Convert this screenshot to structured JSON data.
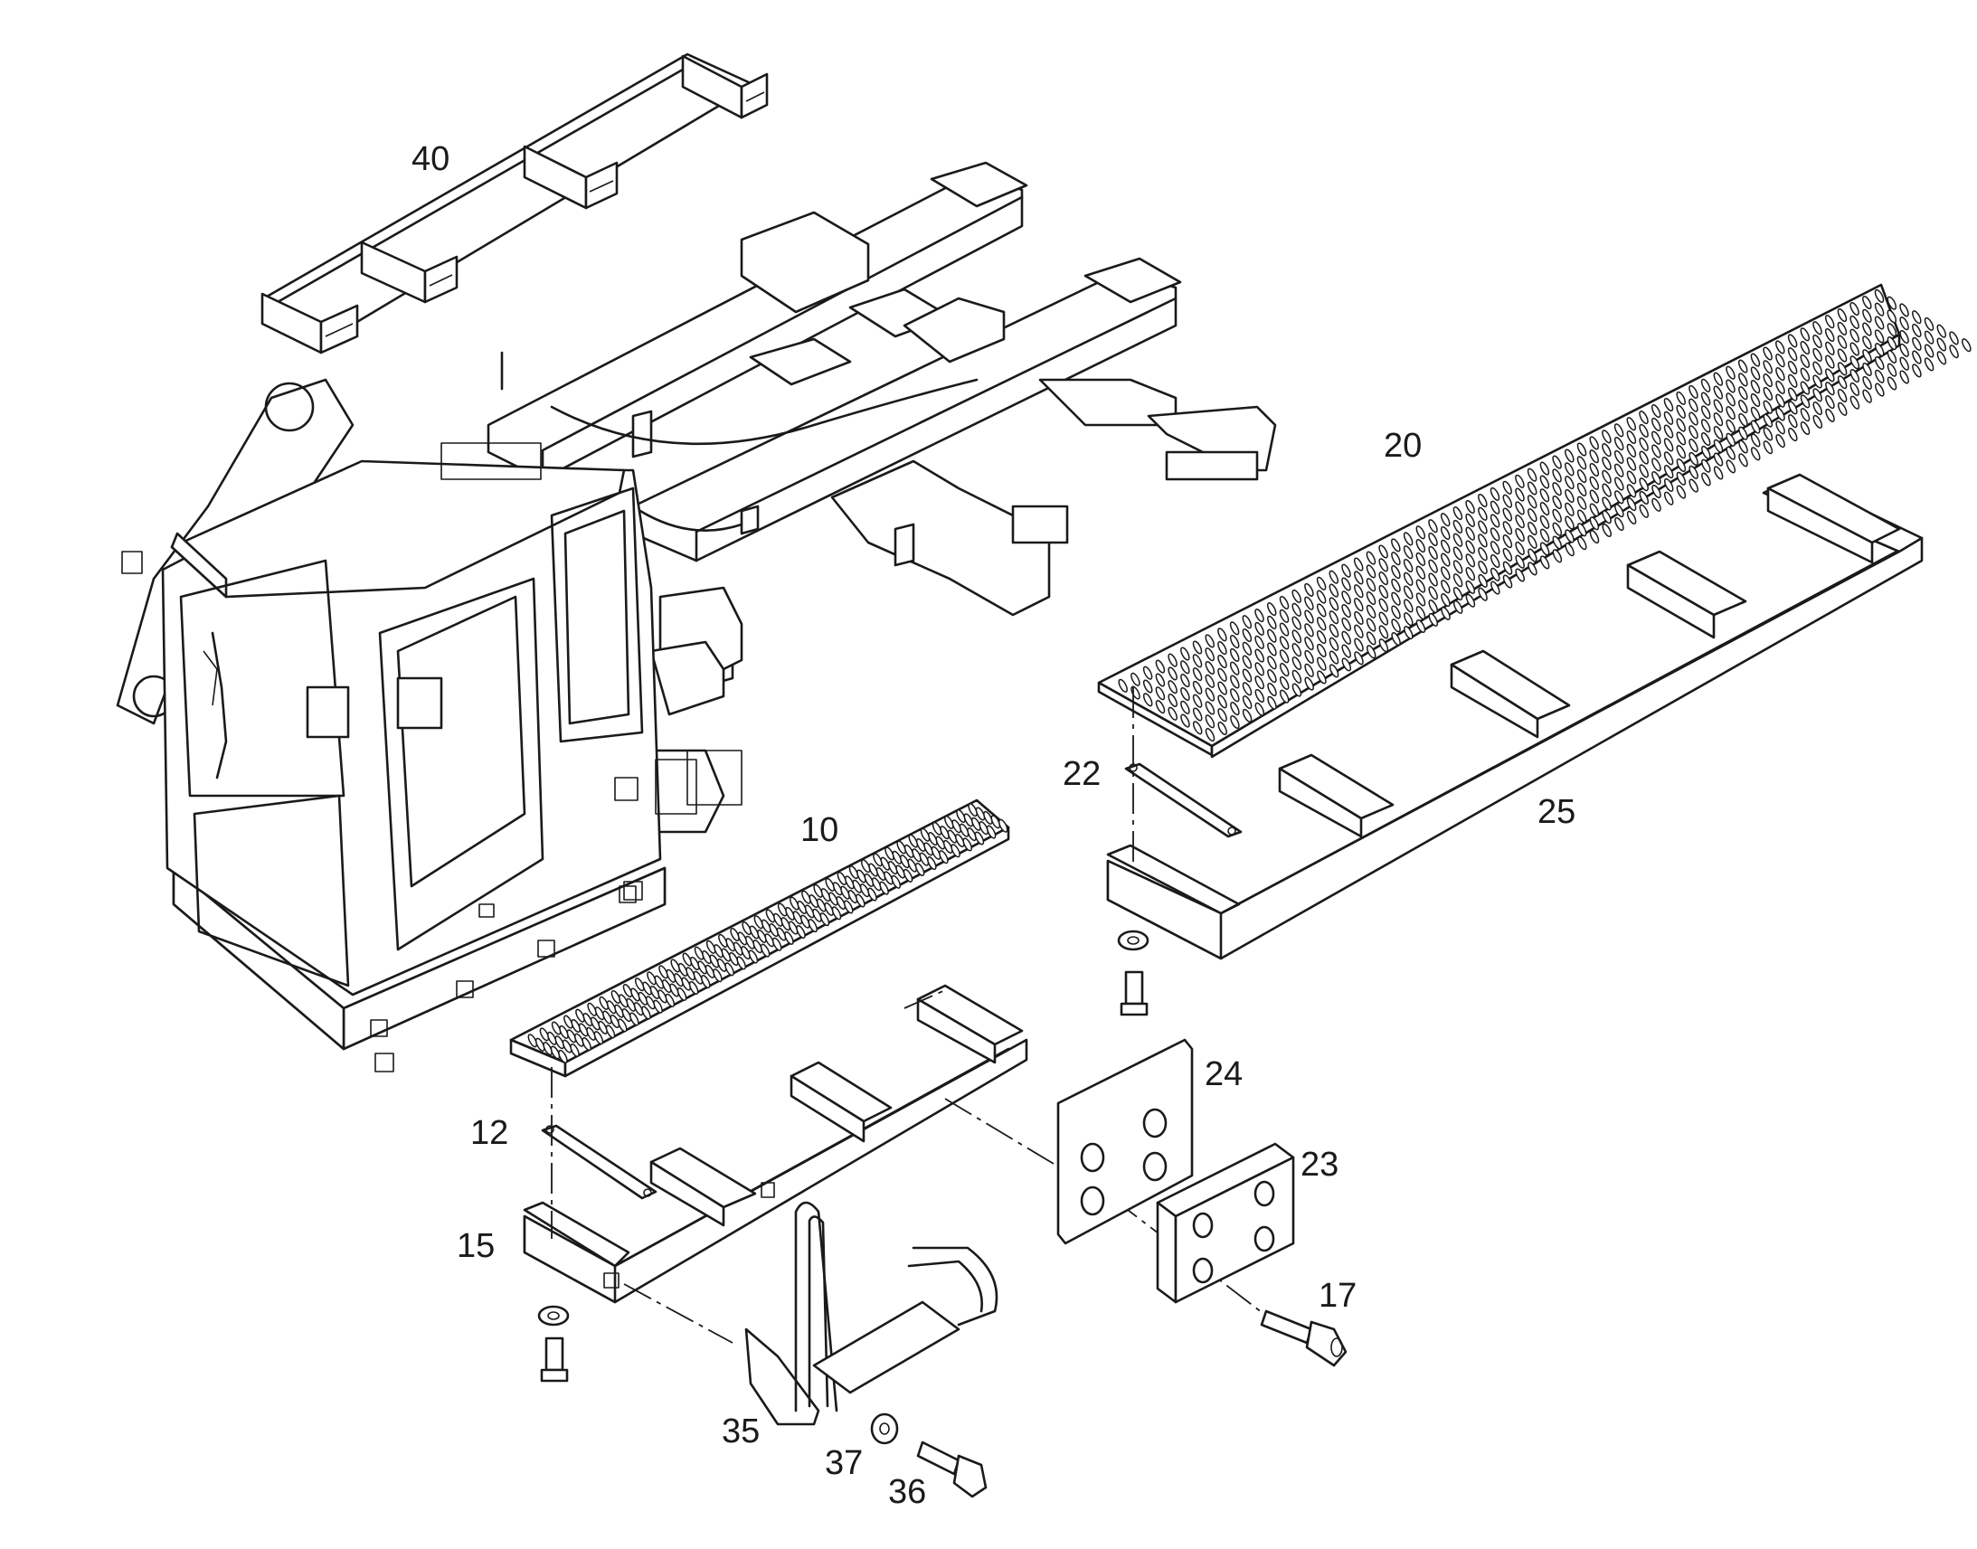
{
  "callouts": {
    "c10": "10",
    "c12": "12",
    "c15": "15",
    "c17": "17",
    "c20": "20",
    "c22": "22",
    "c23": "23",
    "c24": "24",
    "c25": "25",
    "c35": "35",
    "c36": "36",
    "c37": "37",
    "c40": "40"
  }
}
